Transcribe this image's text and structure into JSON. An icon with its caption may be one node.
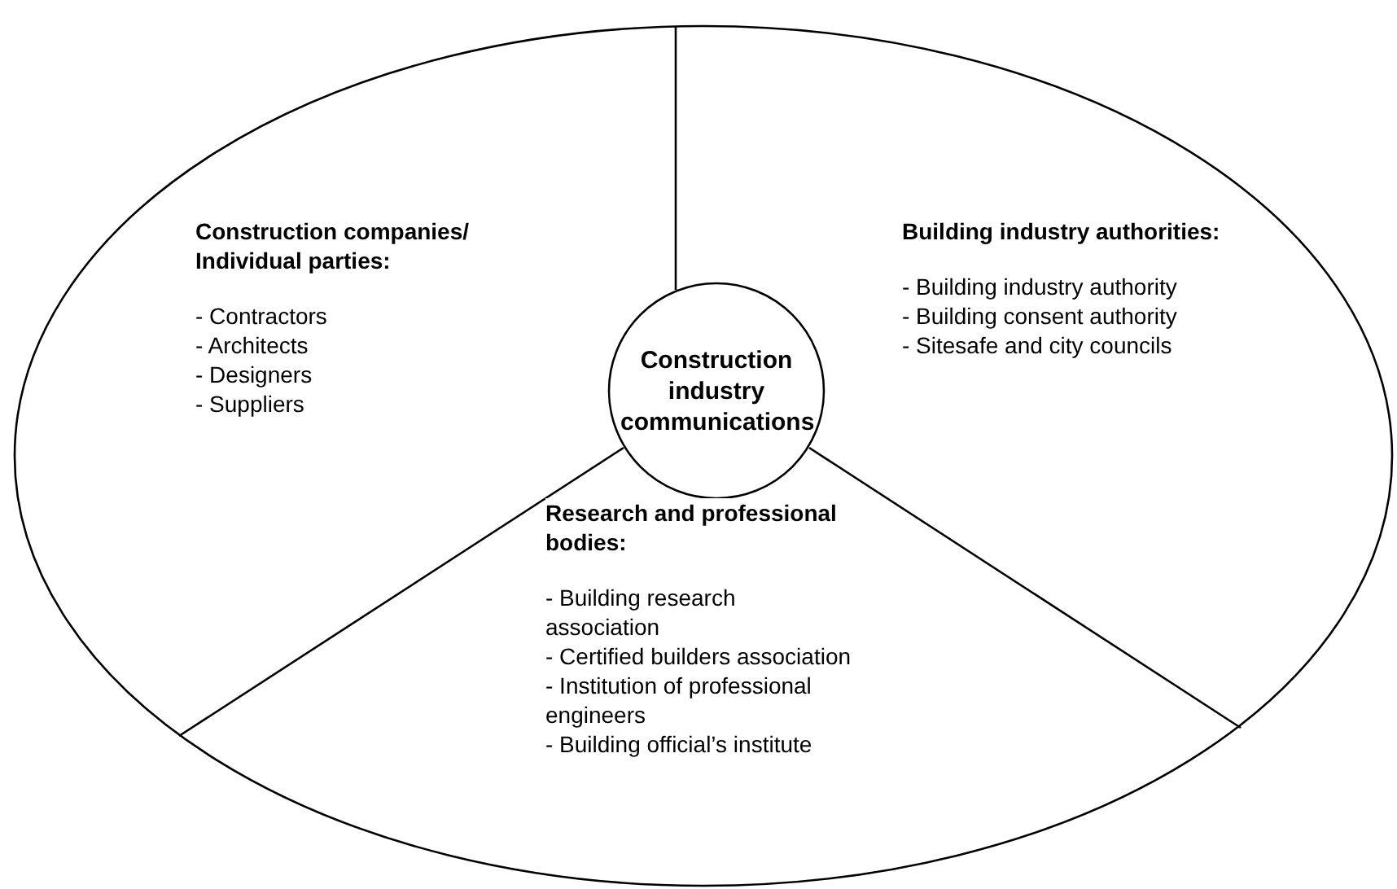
{
  "diagram": {
    "nodes": [
      {
        "text": [],
        "shape": "ellipse"
      },
      {
        "text": [
          "Construction industry communications"
        ],
        "in": 0
      },
      {
        "text": [
          "Construction companies/ Individual parties:",
          "- Contractors",
          "- Architects",
          "- Designers",
          "- Suppliers"
        ],
        "in": 0
      },
      {
        "text": [
          "Building industry authorities:",
          "- Building industry authority",
          "- Building consent authority",
          "- Sitesafe and city councils"
        ],
        "in": 0
      },
      {
        "text": [
          "Research and professional bodies:",
          "- Building research association",
          "- Certified builders association",
          "- Institution of professional engineers",
          "- Building official’s institute"
        ],
        "in": 0
      }
    ],
    "edges": []
  }
}
